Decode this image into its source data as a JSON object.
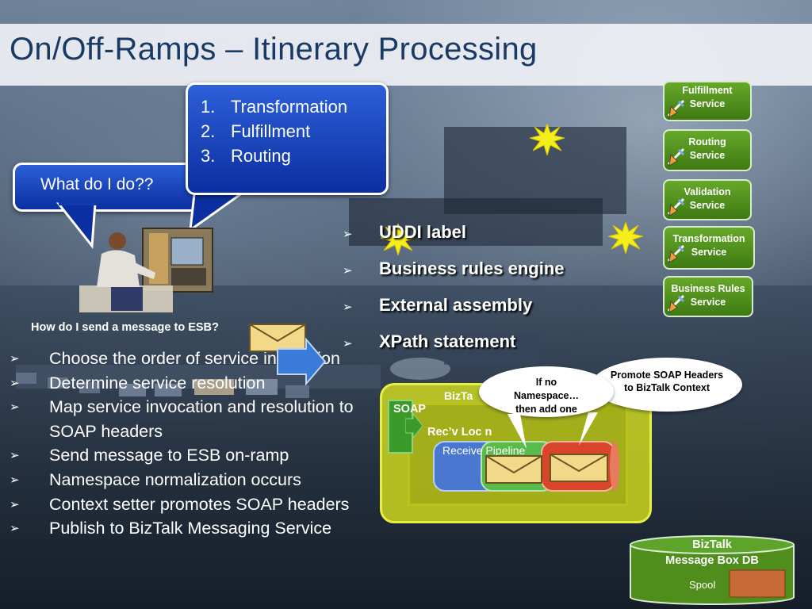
{
  "slide": {
    "title": "On/Off-Ramps – Itinerary Processing"
  },
  "bubbles": {
    "question": "What do I do??",
    "steps": [
      {
        "num": "1.",
        "label": "Transformation"
      },
      {
        "num": "2.",
        "label": "Fulfillment"
      },
      {
        "num": "3.",
        "label": "Routing"
      }
    ]
  },
  "services": [
    {
      "line1": "Fulfillment",
      "line2": "Service"
    },
    {
      "line1": "Routing",
      "line2": "Service"
    },
    {
      "line1": "Validation",
      "line2": "Service"
    },
    {
      "line1": "Transformation",
      "line2": "Service"
    },
    {
      "line1": "Business Rules",
      "line2": "Service"
    }
  ],
  "resolvers": [
    "UDDI label",
    "Business rules engine",
    "External assembly",
    "XPath statement"
  ],
  "question_heading": "How do I send a message to ESB?",
  "steps_list": [
    "Choose the order of service invocation",
    "Determine service resolution",
    "Map service invocation and resolution to SOAP headers",
    "Send message to ESB on-ramp",
    "Namespace normalization occurs",
    "Context setter promotes SOAP headers",
    "Publish to BizTalk Messaging Service"
  ],
  "biztalk": {
    "soap_label": "SOAP",
    "container_label": "BizTa",
    "recv_loc_label": "Rec’v Loc n",
    "pipeline_label": "Receive Pipeline",
    "callout_namespace": "If no Namespace…then add one",
    "callout_promote": "Promote SOAP Headers to BizTalk Context",
    "db_title_1": "BizTalk",
    "db_title_2": "Message Box DB",
    "db_spool": "Spool"
  },
  "colors": {
    "title": "#1a3a66",
    "bubble": "#1a44c2",
    "service": "#4f8e1c",
    "yellow": "#cdd71e",
    "pipeline_blue": "#4a78d0",
    "pipeline_green": "#5aba4a",
    "pipeline_red": "#d8452a",
    "db_green": "#4f8e1c"
  },
  "icons": [
    "burst-icon",
    "envelope-icon",
    "arrow-right-icon",
    "service-wand-icon",
    "person-at-console-icon"
  ]
}
